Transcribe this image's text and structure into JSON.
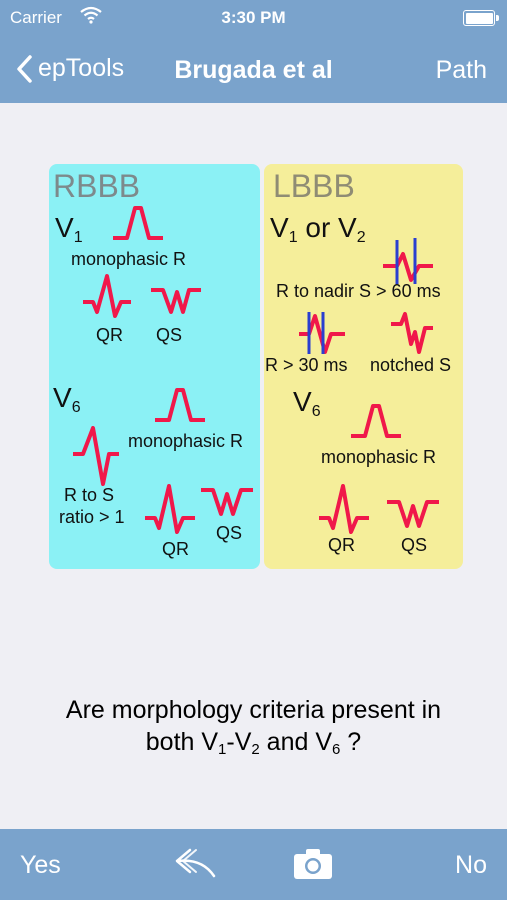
{
  "status_bar": {
    "carrier": "Carrier",
    "time": "3:30 PM"
  },
  "nav": {
    "back_label": "epTools",
    "title": "Brugada et al",
    "right_label": "Path"
  },
  "figure": {
    "rbbb": {
      "heading": "RBBB",
      "v1_lead": "V",
      "v1_sub": "1",
      "v1_monophasic": "monophasic R",
      "v1_qr": "QR",
      "v1_qs": "QS",
      "v6_lead": "V",
      "v6_sub": "6",
      "v6_monophasic": "monophasic R",
      "v6_ratio_line1": "R to S",
      "v6_ratio_line2": "ratio > 1",
      "v6_qr": "QR",
      "v6_qs": "QS"
    },
    "lbbb": {
      "heading": "LBBB",
      "v12_lead_a": "V",
      "v12_sub_a": "1",
      "v12_or": " or V",
      "v12_sub_b": "2",
      "r_to_nadir": "R to nadir S > 60 ms",
      "r_gt_30": "R > 30 ms",
      "notched_s": "notched S",
      "v6_lead": "V",
      "v6_sub": "6",
      "v6_monophasic": "monophasic R",
      "v6_qr": "QR",
      "v6_qs": "QS"
    },
    "colors": {
      "wave": "#f0184a",
      "marker": "#2a3fd0",
      "rbbb_bg": "#8bf1f5",
      "lbbb_bg": "#f5ee9a"
    }
  },
  "question": {
    "part1": "Are morphology criteria present in",
    "part2": "both V",
    "sub1": "1",
    "part3": "-V",
    "sub2": "2",
    "part4": " and V",
    "sub3": "6",
    "part5": " ?"
  },
  "toolbar": {
    "yes_label": "Yes",
    "no_label": "No",
    "share_icon": "reply-arrow-icon",
    "camera_icon": "camera-icon"
  }
}
